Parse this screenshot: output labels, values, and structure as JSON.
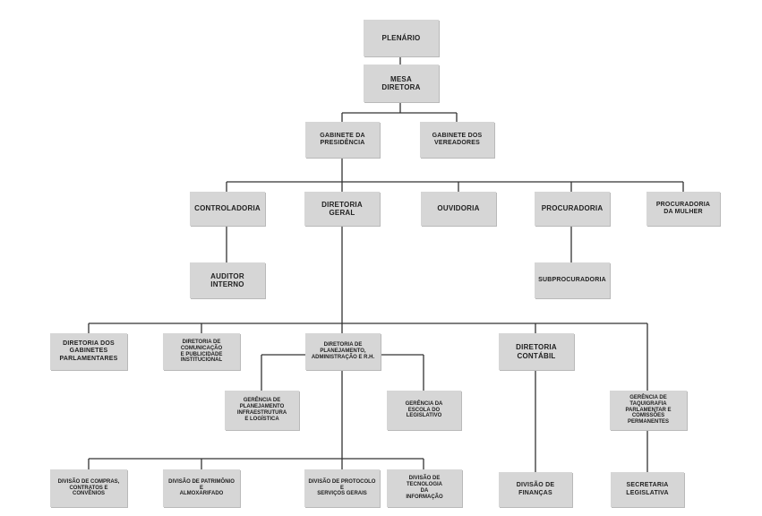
{
  "orgchart": {
    "plenario": "PLENÁRIO",
    "mesa_diretora": "MESA\nDIRETORA",
    "gabinete_presidencia": "GABINETE DA\nPRESIDÊNCIA",
    "gabinete_vereadores": "GABINETE DOS\nVEREADORES",
    "controladoria": "CONTROLADORIA",
    "diretoria_geral": "DIRETORIA GERAL",
    "ouvidoria": "OUVIDORIA",
    "procuradoria": "PROCURADORIA",
    "procuradoria_mulher": "PROCURADORIA\nDA MULHER",
    "auditor_interno": "AUDITOR\nINTERNO",
    "subprocuradoria": "SUBPROCURADORIA",
    "diretoria_gabinetes": "DIRETORIA DOS\nGABINETES\nPARLAMENTARES",
    "diretoria_comunicacao": "DIRETORIA DE COMUNICAÇÃO\nE PUBLICIDADE\nINSTITUCIONAL",
    "diretoria_planejamento": "DIRETORIA DE\nPLANEJAMENTO,\nADMINISTRAÇÃO E R.H.",
    "diretoria_contabil": "DIRETORIA\nCONTÁBIL",
    "gerencia_taquigrafia": "GERÊNCIA DE TAQUIGRAFIA\nPARLAMENTAR E COMISSÕES\nPERMANENTES",
    "gerencia_planejamento": "GERÊNCIA DE\nPLANEJAMENTO\nINFRAESTRUTURA\nE LOGÍSTICA",
    "gerencia_escola": "GERÊNCIA DA\nESCOLA DO\nLEGISLATIVO",
    "divisao_compras": "DIVISÃO DE COMPRAS,\nCONTRATOS E\nCONVÊNIOS",
    "divisao_patrimonio": "DIVISÃO DE PATRIMÔNIO\nE\nALMOXARIFADO",
    "divisao_protocolo": "DIVISÃO DE PROTOCOLO\nE\nSERVIÇOS GERAIS",
    "divisao_tecnologia": "DIVISÃO DE TECNOLOGIA\nDA\nINFORMAÇÃO",
    "divisao_financas": "DIVISÃO DE\nFINANÇAS",
    "secretaria_legislativa": "SECRETARIA\nLEGISLATIVA"
  }
}
